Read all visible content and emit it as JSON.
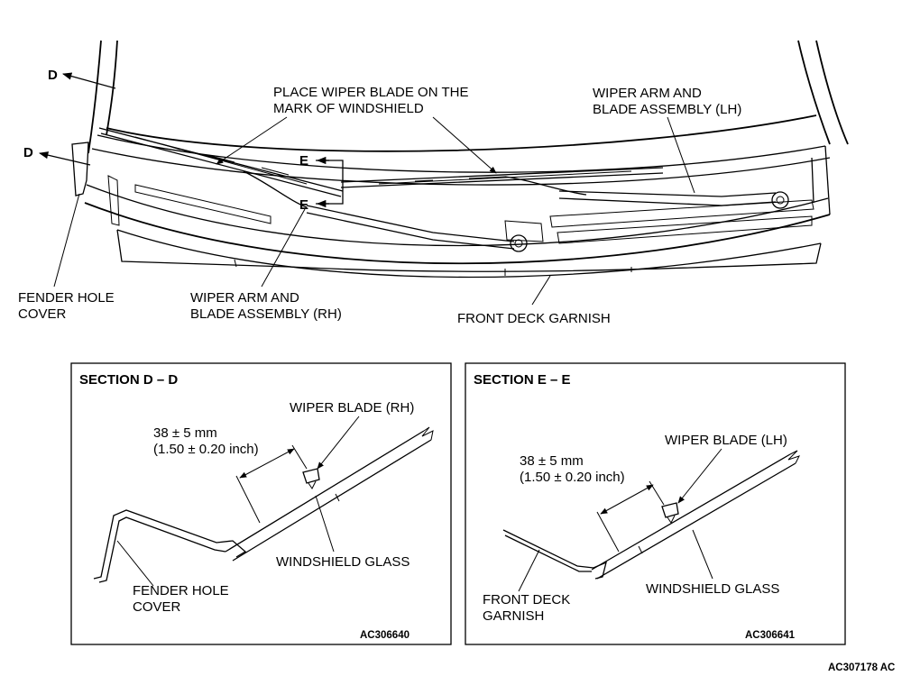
{
  "main_diagram": {
    "callouts": {
      "d_upper": "D",
      "d_lower": "D",
      "e_upper": "E",
      "e_lower": "E",
      "place_line1": "PLACE WIPER BLADE ON THE",
      "place_line2": "MARK OF WINDSHIELD",
      "lh_line1": "WIPER ARM AND",
      "lh_line2": "BLADE ASSEMBLY (LH)",
      "fender_line1": "FENDER HOLE",
      "fender_line2": "COVER",
      "rh_line1": "WIPER ARM AND",
      "rh_line2": "BLADE ASSEMBLY (RH)",
      "garnish": "FRONT DECK GARNISH"
    },
    "figure_id": "AC307178 AC"
  },
  "section_dd": {
    "title": "SECTION D – D",
    "blade_label": "WIPER BLADE (RH)",
    "dimension_line1": "38 ± 5 mm",
    "dimension_line2": "(1.50 ± 0.20 inch)",
    "glass_label": "WINDSHIELD GLASS",
    "part_line1": "FENDER HOLE",
    "part_line2": "COVER",
    "figure_id": "AC306640"
  },
  "section_ee": {
    "title": "SECTION E – E",
    "blade_label": "WIPER BLADE (LH)",
    "dimension_line1": "38 ± 5 mm",
    "dimension_line2": "(1.50 ± 0.20 inch)",
    "glass_label": "WINDSHIELD GLASS",
    "part_line1": "FRONT DECK",
    "part_line2": "GARNISH",
    "figure_id": "AC306641"
  }
}
